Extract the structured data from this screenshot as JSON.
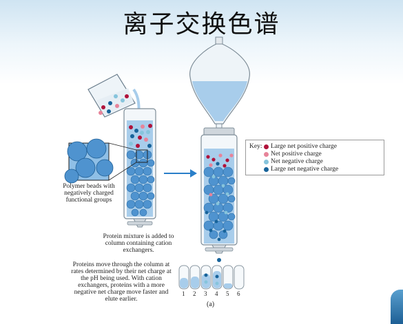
{
  "title": "离子交换色谱",
  "labels": {
    "beads": "Polymer beads with negatively charged functional groups",
    "mixture": "Protein mixture is added to column containing cation exchangers.",
    "proteins_move": "Proteins move through the column at rates determined by their net charge at the pH being used. With cation exchangers, proteins with a more negative net charge move faster and elute earlier.",
    "figure_tag": "(a)"
  },
  "key": {
    "heading": "Key:",
    "items": [
      {
        "label": "Large net positive charge",
        "color": "#b0123a"
      },
      {
        "label": "Net positive charge",
        "color": "#e7849a"
      },
      {
        "label": "Net negative charge",
        "color": "#86c4dc"
      },
      {
        "label": "Large net negative charge",
        "color": "#17639a"
      }
    ]
  },
  "tubes": [
    "1",
    "2",
    "3",
    "4",
    "5",
    "6"
  ],
  "colors": {
    "bead": "#4f93cf",
    "liquid": "#a8cdeb",
    "arrow": "#2a7fc9"
  }
}
